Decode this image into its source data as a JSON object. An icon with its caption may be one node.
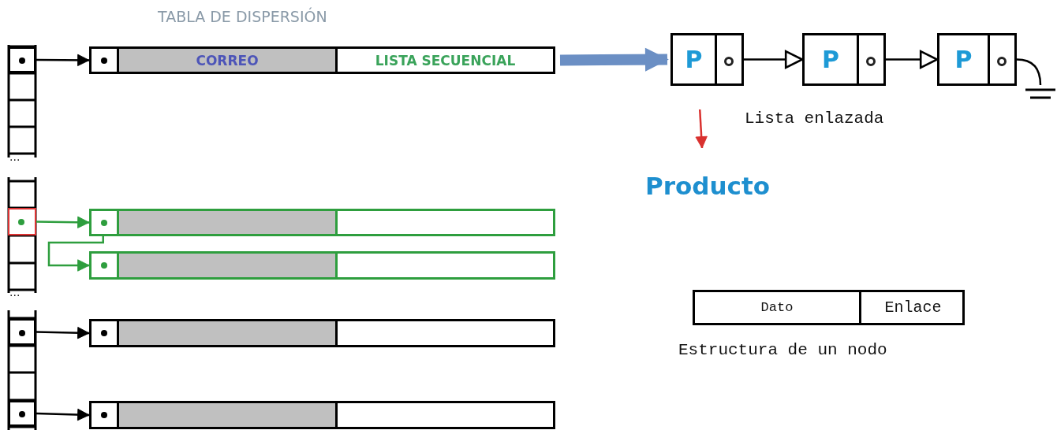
{
  "diagram": {
    "title": "TABLA DE DISPERSIÓN",
    "nodes": [
      {
        "text": [],
        "shape": "box"
      },
      {
        "text": [
          "CORREO",
          "LISTA SECUENCIAL"
        ]
      },
      {
        "text": [],
        "shape": "box"
      },
      {
        "text": [],
        "shape": "box"
      },
      {
        "text": [],
        "shape": "box"
      },
      {
        "text": [],
        "shape": "box"
      },
      {
        "text": [],
        "shape": "box"
      },
      {
        "text": [],
        "shape": "box"
      },
      {
        "text": [],
        "shape": "box"
      },
      {
        "text": [
          "P"
        ]
      },
      {
        "text": [
          "P"
        ]
      },
      {
        "text": [
          "P"
        ]
      },
      {
        "text": [],
        "shape": "ground"
      },
      {
        "text": [
          "Producto"
        ]
      },
      {
        "text": [
          "Dato",
          "Enlace"
        ],
        "beside": [
          "Estructura de un nodo"
        ]
      }
    ],
    "edges": [
      {
        "from": 0,
        "to": 1,
        "arrow": "to"
      },
      {
        "from": 2,
        "to": 3,
        "arrow": "to",
        "color": "#2e9e3e"
      },
      {
        "from": 3,
        "to": 4,
        "arrow": "to",
        "color": "#2e9e3e"
      },
      {
        "from": 5,
        "to": 6,
        "arrow": "to"
      },
      {
        "from": 7,
        "to": 8,
        "arrow": "to"
      },
      {
        "from": 1,
        "to": 9,
        "arrow": "to",
        "style": "thick",
        "color": "#6b8fc4"
      },
      {
        "from": 9,
        "to": 10,
        "arrow": "to"
      },
      {
        "from": 10,
        "to": 11,
        "arrow": "to"
      },
      {
        "from": 11,
        "to": 12,
        "arrow": "none"
      },
      {
        "from": 9,
        "to": 13,
        "arrow": "to",
        "color": "#d9312f"
      }
    ],
    "labels": [
      "...",
      "...",
      "Lista enlazada"
    ]
  }
}
